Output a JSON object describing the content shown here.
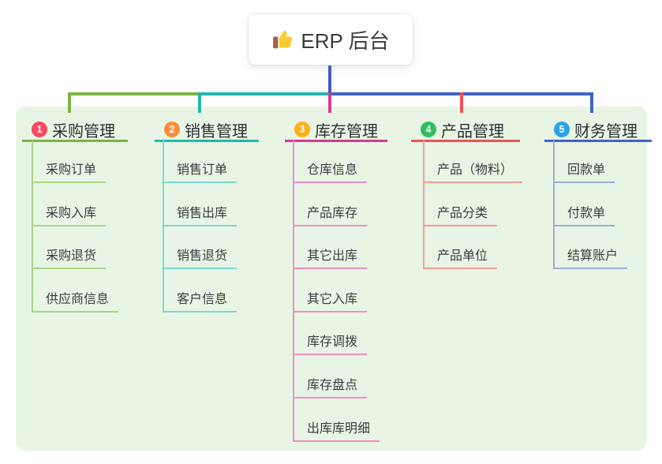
{
  "root": {
    "label": "ERP 后台",
    "icon": "thumbs-up-icon"
  },
  "connector_color": "#4459c6",
  "panel_bg": "#e8f5e4",
  "header_text_color": "#2f2f34",
  "child_text_color": "#3b3b42",
  "root_text_color": "#3a3a41",
  "thumb_icon_colors": {
    "hand": "#fbca32",
    "sleeve": "#9c6448"
  },
  "branches": [
    {
      "num": "1",
      "label": "采购管理",
      "badge_color": "#f8495f",
      "line_color": "#7cb342",
      "child_line_color": "#aad584",
      "children": [
        "采购订单",
        "采购入库",
        "采购退货",
        "供应商信息"
      ]
    },
    {
      "num": "2",
      "label": "销售管理",
      "badge_color": "#fb8c3e",
      "line_color": "#23b6af",
      "child_line_color": "#7ad8d2",
      "children": [
        "销售订单",
        "销售出库",
        "销售退货",
        "客户信息"
      ]
    },
    {
      "num": "3",
      "label": "库存管理",
      "badge_color": "#fcb018",
      "line_color": "#d43a96",
      "child_line_color": "#ef8ec4",
      "children": [
        "仓库信息",
        "产品库存",
        "其它出库",
        "其它入库",
        "库存调拨",
        "库存盘点",
        "出库库明细"
      ]
    },
    {
      "num": "4",
      "label": "产品管理",
      "badge_color": "#2dbe60",
      "line_color": "#ef5350",
      "child_line_color": "#f79d94",
      "children": [
        "产品（物料）",
        "产品分类",
        "产品单位"
      ]
    },
    {
      "num": "5",
      "label": "财务管理",
      "badge_color": "#29a3e4",
      "line_color": "#3e63c8",
      "child_line_color": "#97ace0",
      "children": [
        "回款单",
        "付款单",
        "结算账户"
      ]
    }
  ]
}
